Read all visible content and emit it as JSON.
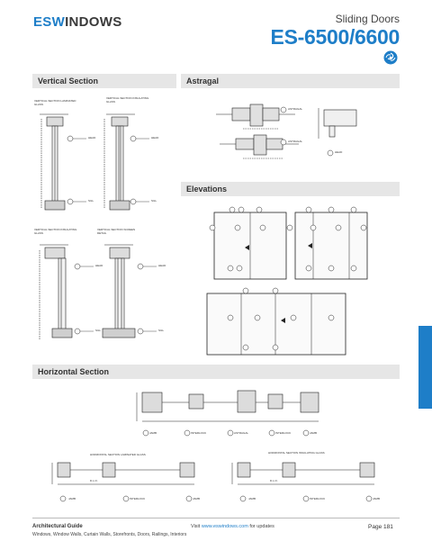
{
  "header": {
    "logo_esw": "ESW",
    "logo_rest": "INDOWS",
    "category": "Sliding Doors",
    "title": "ES-6500/6600"
  },
  "sections": {
    "vertical": "Vertical Section",
    "astragal": "Astragal",
    "elevations": "Elevations",
    "horizontal": "Horizontal Section"
  },
  "vertical_section": {
    "laminated_label": "VERTICAL SECTION LAMINATED GLASS",
    "insulating_label_top": "VERTICAL SECTION INSULATING GLASS",
    "insulating_label_bottom": "VERTICAL SECTION INSULATING GLASS",
    "screen_label": "VERTICAL SECTION SCREEN DETAIL",
    "head": "HEAD",
    "sill": "SILL"
  },
  "astragal": {
    "tag1": "ASTRAGAL",
    "tag2": "ASTRAGAL",
    "head": "HEAD"
  },
  "elevations": {
    "panels": [
      {
        "circles": [
          "1",
          "2",
          "3"
        ]
      },
      {
        "circles": [
          "1",
          "2",
          "3"
        ]
      },
      {
        "circles": [
          "1",
          "2",
          "3"
        ]
      }
    ]
  },
  "horizontal_section": {
    "laminated_label": "HORIZONTAL SECTION LAMINATED GLASS",
    "insulating_label": "HORIZONTAL SECTION INSULATING GLASS",
    "jamb": "JAMB",
    "interlock": "INTERLOCK",
    "astragal": "ASTRAGAL",
    "dlo": "D.L.O."
  },
  "footer": {
    "guide": "Architectural Guide",
    "description": "Windows, Window Walls, Curtain Walls, Storefronts, Doors, Railings, Interiors",
    "visit_prefix": "Visit ",
    "visit_link": "www.eswindows.com",
    "visit_suffix": " for updates",
    "page": "Page 181"
  },
  "colors": {
    "brand": "#1e7ec8",
    "section_bar": "#e6e6e6"
  }
}
